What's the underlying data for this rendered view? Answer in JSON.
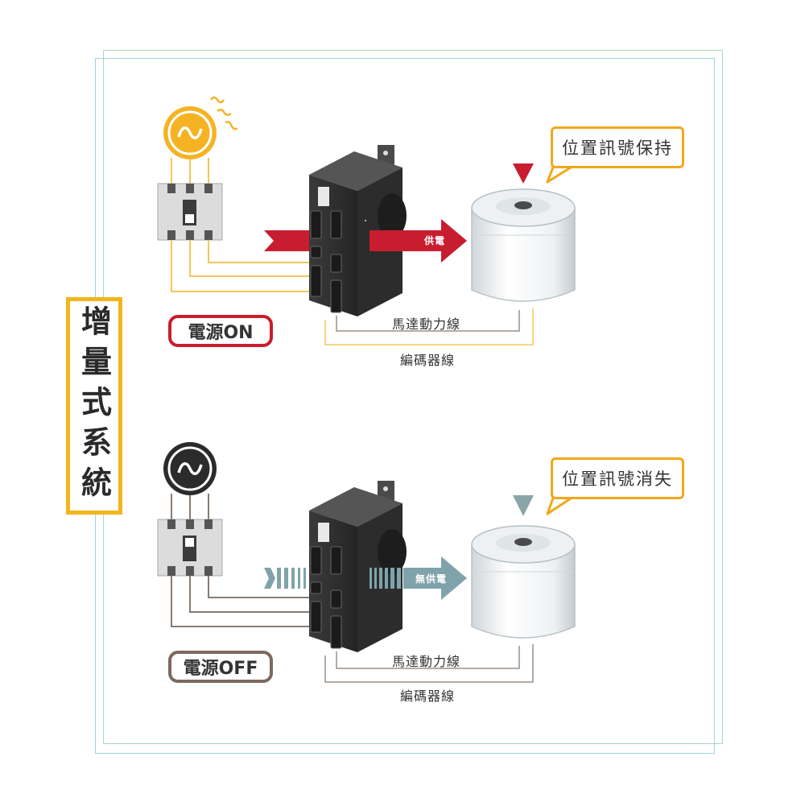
{
  "title": "增量式系統",
  "panels": [
    {
      "state": "on",
      "power_badge": "電源ON",
      "arrow_label": "供電",
      "bubble": "位置訊號保持",
      "motor_cable": "馬達動力線",
      "encoder_cable": "編碼器線"
    },
    {
      "state": "off",
      "power_badge": "電源OFF",
      "arrow_label": "無供電",
      "bubble": "位置訊號消失",
      "motor_cable": "馬達動力線",
      "encoder_cable": "編碼器線"
    }
  ],
  "colors": {
    "on_accent": "#c81d2e",
    "off_accent": "#7d6a5d",
    "power_on_circle": "#f5b324",
    "power_off_circle": "#2b2b2b",
    "bubble_border": "#f0a81a",
    "on_cable_yellow": "#f2c85a",
    "off_arrow": "#7fa3aa",
    "off_marker": "#8aa5a9"
  },
  "icons": [
    "ac-power-icon",
    "breaker-icon",
    "drive-unit-icon",
    "motor-icon",
    "marker-triangle-icon"
  ]
}
